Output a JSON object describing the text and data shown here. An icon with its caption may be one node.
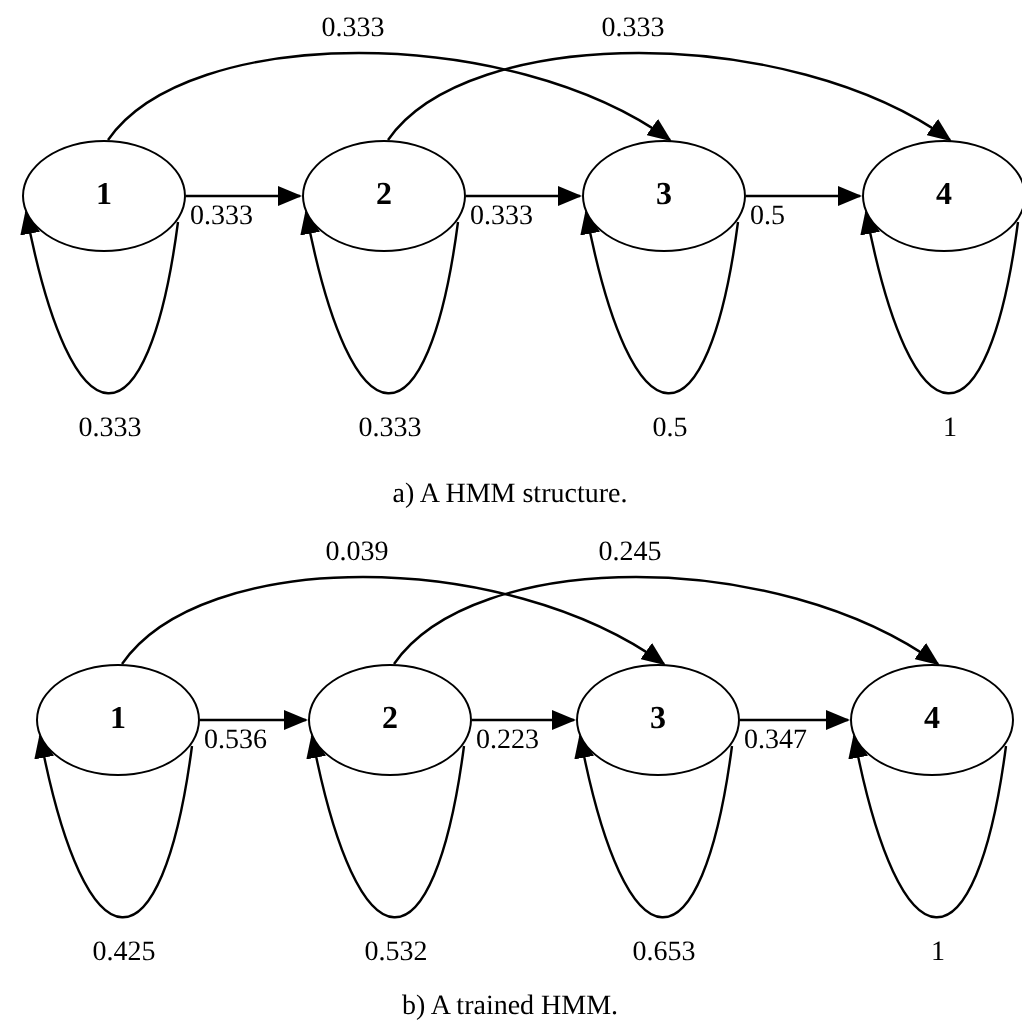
{
  "diagram": {
    "nodes": [
      {
        "text": [
          "1"
        ]
      },
      {
        "text": [
          "2"
        ]
      },
      {
        "text": [
          "3"
        ]
      },
      {
        "text": [
          "4"
        ]
      },
      {
        "text": [
          "1"
        ]
      },
      {
        "text": [
          "2"
        ]
      },
      {
        "text": [
          "3"
        ]
      },
      {
        "text": [
          "4"
        ]
      }
    ],
    "edges": [
      {
        "from": 0,
        "to": 0,
        "arrow": "to",
        "label": "0.333"
      },
      {
        "from": 1,
        "to": 1,
        "arrow": "to",
        "label": "0.333"
      },
      {
        "from": 2,
        "to": 2,
        "arrow": "to",
        "label": "0.5"
      },
      {
        "from": 3,
        "to": 3,
        "arrow": "to",
        "label": "1"
      },
      {
        "from": 0,
        "to": 1,
        "arrow": "to",
        "label": "0.333"
      },
      {
        "from": 1,
        "to": 2,
        "arrow": "to",
        "label": "0.333"
      },
      {
        "from": 2,
        "to": 3,
        "arrow": "to",
        "label": "0.5"
      },
      {
        "from": 0,
        "to": 2,
        "arrow": "to",
        "label": "0.333"
      },
      {
        "from": 1,
        "to": 3,
        "arrow": "to",
        "label": "0.333"
      },
      {
        "from": 4,
        "to": 4,
        "arrow": "to",
        "label": "0.425"
      },
      {
        "from": 5,
        "to": 5,
        "arrow": "to",
        "label": "0.532"
      },
      {
        "from": 6,
        "to": 6,
        "arrow": "to",
        "label": "0.653"
      },
      {
        "from": 7,
        "to": 7,
        "arrow": "to",
        "label": "1"
      },
      {
        "from": 4,
        "to": 5,
        "arrow": "to",
        "label": "0.536"
      },
      {
        "from": 5,
        "to": 6,
        "arrow": "to",
        "label": "0.223"
      },
      {
        "from": 6,
        "to": 7,
        "arrow": "to",
        "label": "0.347"
      },
      {
        "from": 4,
        "to": 6,
        "arrow": "to",
        "label": "0.039"
      },
      {
        "from": 5,
        "to": 7,
        "arrow": "to",
        "label": "0.245"
      }
    ],
    "labels": [
      "a) A HMM structure.",
      "b) A trained HMM."
    ]
  }
}
